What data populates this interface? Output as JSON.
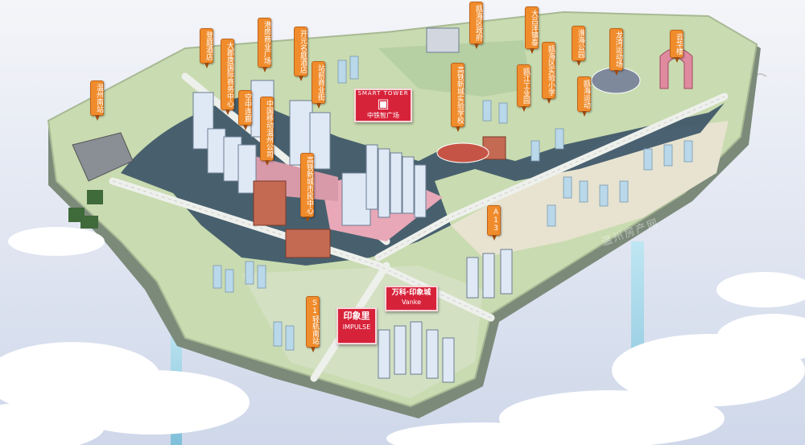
{
  "map": {
    "labels": [
      {
        "id": "wenzhou-south-station",
        "text": "温州南站"
      },
      {
        "id": "dengting-hotel",
        "text": "登庭酒店"
      },
      {
        "id": "datang-international",
        "text": "大郡唐国际商务中心"
      },
      {
        "id": "konghong-tower",
        "text": "空中连廊"
      },
      {
        "id": "gangfang-square",
        "text": "港房商业广场"
      },
      {
        "id": "kaiyuan-hotel",
        "text": "开元名庭酒店"
      },
      {
        "id": "cmcc-wenzhou",
        "text": "中国移动温州公司"
      },
      {
        "id": "station-front-street",
        "text": "站前商业街"
      },
      {
        "id": "hsr-citizen-center",
        "text": "高铁新城市民中心"
      },
      {
        "id": "hsr-experimental-school",
        "text": "高铁新城实验学校"
      },
      {
        "id": "ouhai-government",
        "text": "瓯海区政府"
      },
      {
        "id": "ouhai-industrial-park",
        "text": "瓯江工业园"
      },
      {
        "id": "daxiang-road",
        "text": "大吕洋镇泰"
      },
      {
        "id": "ouhai-meteorology",
        "text": "瓯海区实验小学"
      },
      {
        "id": "huaihai-park",
        "text": "淮海公园"
      },
      {
        "id": "ouhai-zoo",
        "text": "瓯海运动"
      },
      {
        "id": "longwan-field",
        "text": "龙湾运动场"
      },
      {
        "id": "yunhua-residence",
        "text": "云华楼"
      },
      {
        "id": "metro-s1",
        "text": "S1轻轨南站"
      },
      {
        "id": "highway-a13",
        "text": "A13"
      }
    ],
    "boards": [
      {
        "id": "smart-tower",
        "title": "SMART TOWER",
        "subtitle": "中铁智广场"
      },
      {
        "id": "impulse",
        "mark": "印象里",
        "subtitle": "IMPULSE"
      },
      {
        "id": "vanke",
        "mark": "万科·印象城",
        "subtitle": "Vanke"
      }
    ],
    "watermark": "温州房产网"
  },
  "colors": {
    "pin_fill": "#f08c2c",
    "board_fill": "#d7233a",
    "water": "#3d5668",
    "grass": "#c9dbb0",
    "road": "#ececec"
  }
}
